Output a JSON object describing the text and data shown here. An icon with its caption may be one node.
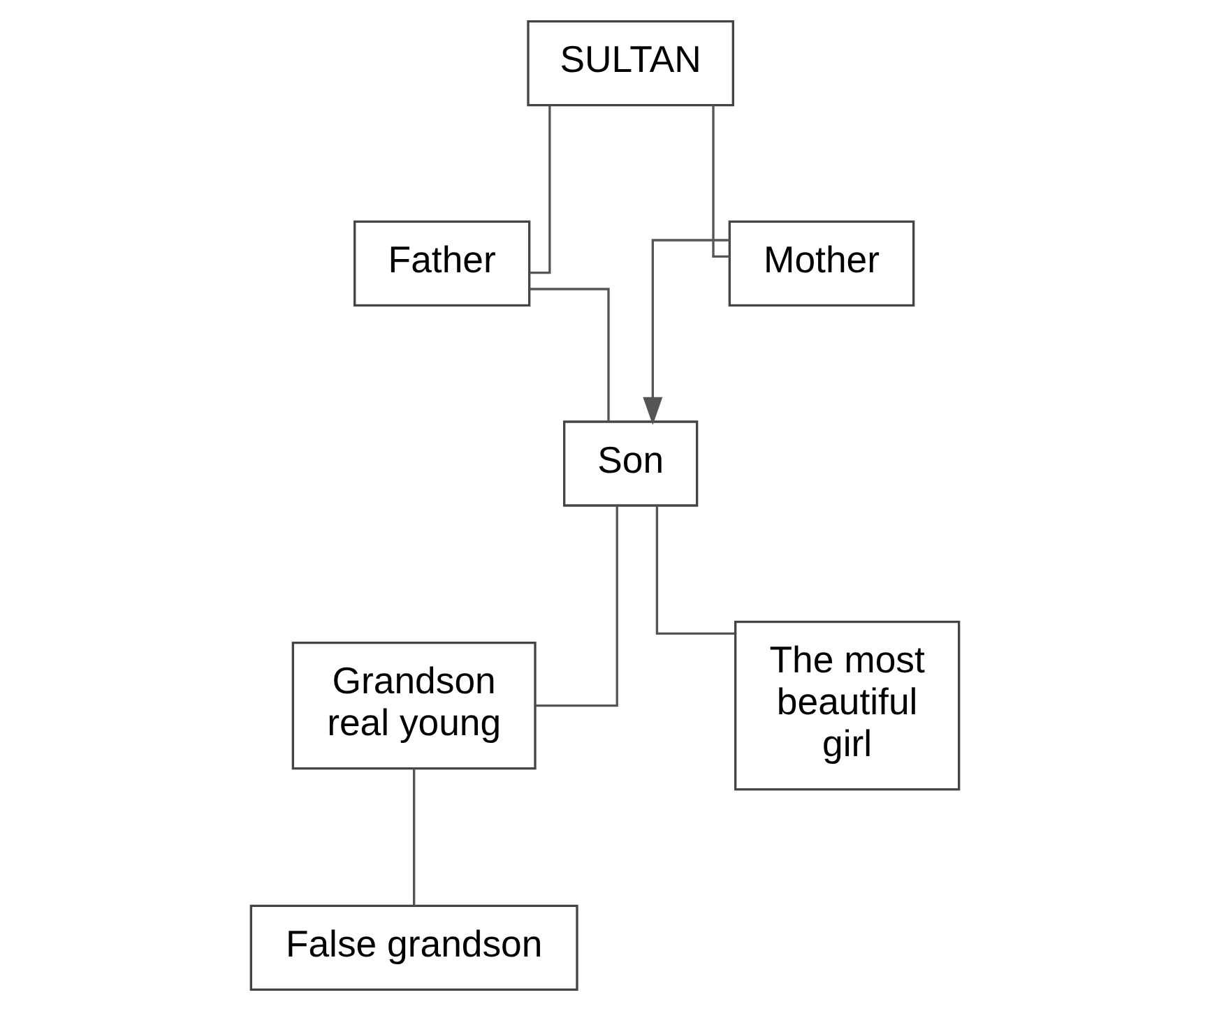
{
  "diagram": {
    "nodes": [
      {
        "text": [
          "SULTAN"
        ]
      },
      {
        "text": [
          "Father"
        ]
      },
      {
        "text": [
          "Mother"
        ]
      },
      {
        "text": [
          "Son"
        ]
      },
      {
        "text": [
          "Grandson real young"
        ]
      },
      {
        "text": [
          "The most beautiful girl"
        ]
      },
      {
        "text": [
          "False grandson"
        ]
      }
    ],
    "edges": [
      {
        "from": 0,
        "to": 1,
        "arrow": "none"
      },
      {
        "from": 0,
        "to": 2,
        "arrow": "none"
      },
      {
        "from": 1,
        "to": 3,
        "arrow": "none"
      },
      {
        "from": 2,
        "to": 3,
        "arrow": "to"
      },
      {
        "from": 3,
        "to": 4,
        "arrow": "none"
      },
      {
        "from": 3,
        "to": 5,
        "arrow": "none"
      },
      {
        "from": 4,
        "to": 6,
        "arrow": "none"
      }
    ]
  }
}
